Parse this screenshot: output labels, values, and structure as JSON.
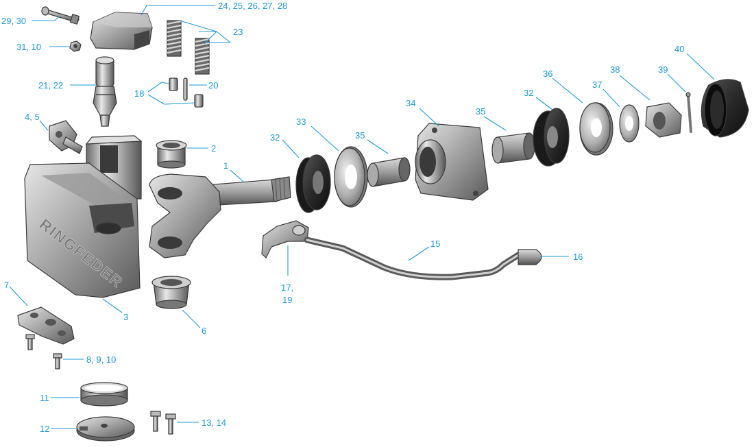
{
  "brand_text": "RINGFEDER",
  "label_color": "#1a9bd8",
  "labels": {
    "l29_30": "29, 30",
    "l24_28": "24, 25, 26, 27, 28",
    "l23": "23",
    "l31_10": "31, 10",
    "l21_22": "21, 22",
    "l20": "20",
    "l18": "18",
    "l4_5": "4, 5",
    "l2": "2",
    "l1": "1",
    "l3": "3",
    "l6": "6",
    "l7": "7",
    "l8_9_10": "8, 9, 10",
    "l11": "11",
    "l12": "12",
    "l13_14": "13, 14",
    "l15": "15",
    "l16": "16",
    "l17": "17,",
    "l19": "19",
    "l32a": "32",
    "l33": "33",
    "l35a": "35",
    "l34": "34",
    "l35b": "35",
    "l32b": "32",
    "l36": "36",
    "l37": "37",
    "l38": "38",
    "l39": "39",
    "l40": "40"
  }
}
